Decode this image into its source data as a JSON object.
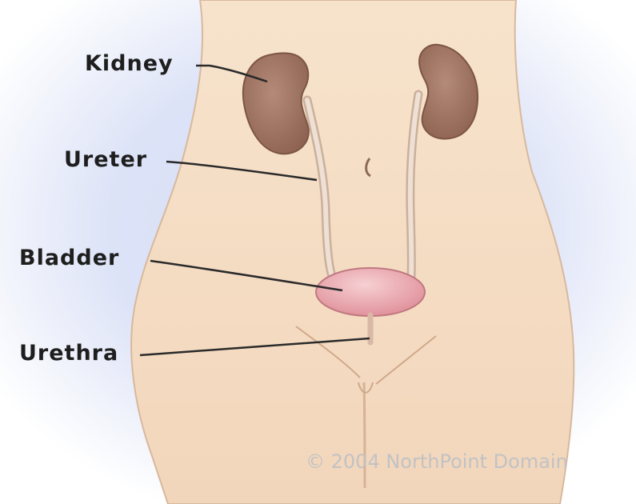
{
  "labels": {
    "kidney": "Kidney",
    "ureter": "Ureter",
    "bladder": "Bladder",
    "urethra": "Urethra"
  },
  "copyright": "© 2004 NorthPoint Domain",
  "colors": {
    "background_glow": "#c9d3f2",
    "skin": "#f5dcc1",
    "skin_outline": "#caa88c",
    "kidney": "#a27564",
    "bladder": "#e8a4ab",
    "ureter": "#e6d2c2",
    "leader_line": "#2a2a2a",
    "label_text": "#1e1e1e",
    "copyright_text": "#c2c2c4"
  }
}
